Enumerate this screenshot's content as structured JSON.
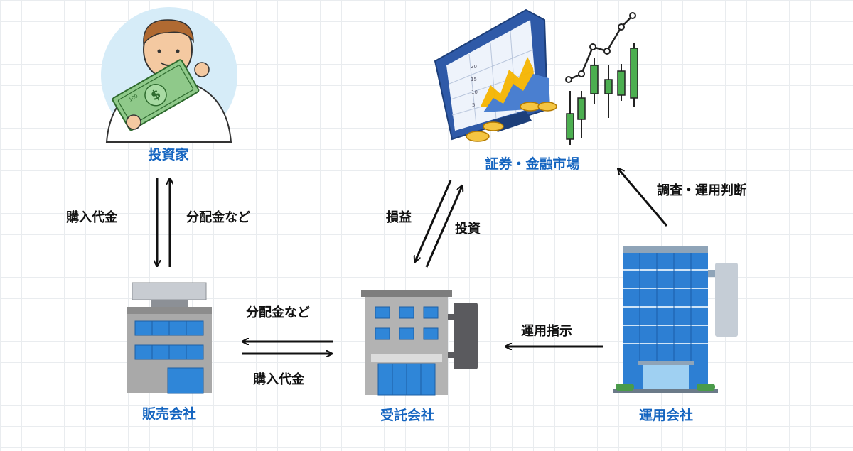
{
  "nodes": {
    "investor": "投資家",
    "market": "証券・金融市場",
    "distributor": "販売会社",
    "trustee": "受託会社",
    "manager": "運用会社"
  },
  "flows": {
    "purchase_to_distributor": "購入代金",
    "dividend_to_investor": "分配金など",
    "dividend_to_distributor": "分配金など",
    "purchase_to_trustee": "購入代金",
    "profit_loss": "損益",
    "investment": "投資",
    "research": "調査・運用判断",
    "instruction": "運用指示"
  },
  "dollar_symbol": "$",
  "bill_number": "100",
  "monitor_axis": [
    "20",
    "15",
    "10",
    "5"
  ],
  "colors": {
    "label_blue": "#1565c0",
    "arrow": "#111111",
    "building_gray": "#9a9a9a",
    "window_blue": "#2f86d8",
    "candle_green": "#4caf50"
  }
}
